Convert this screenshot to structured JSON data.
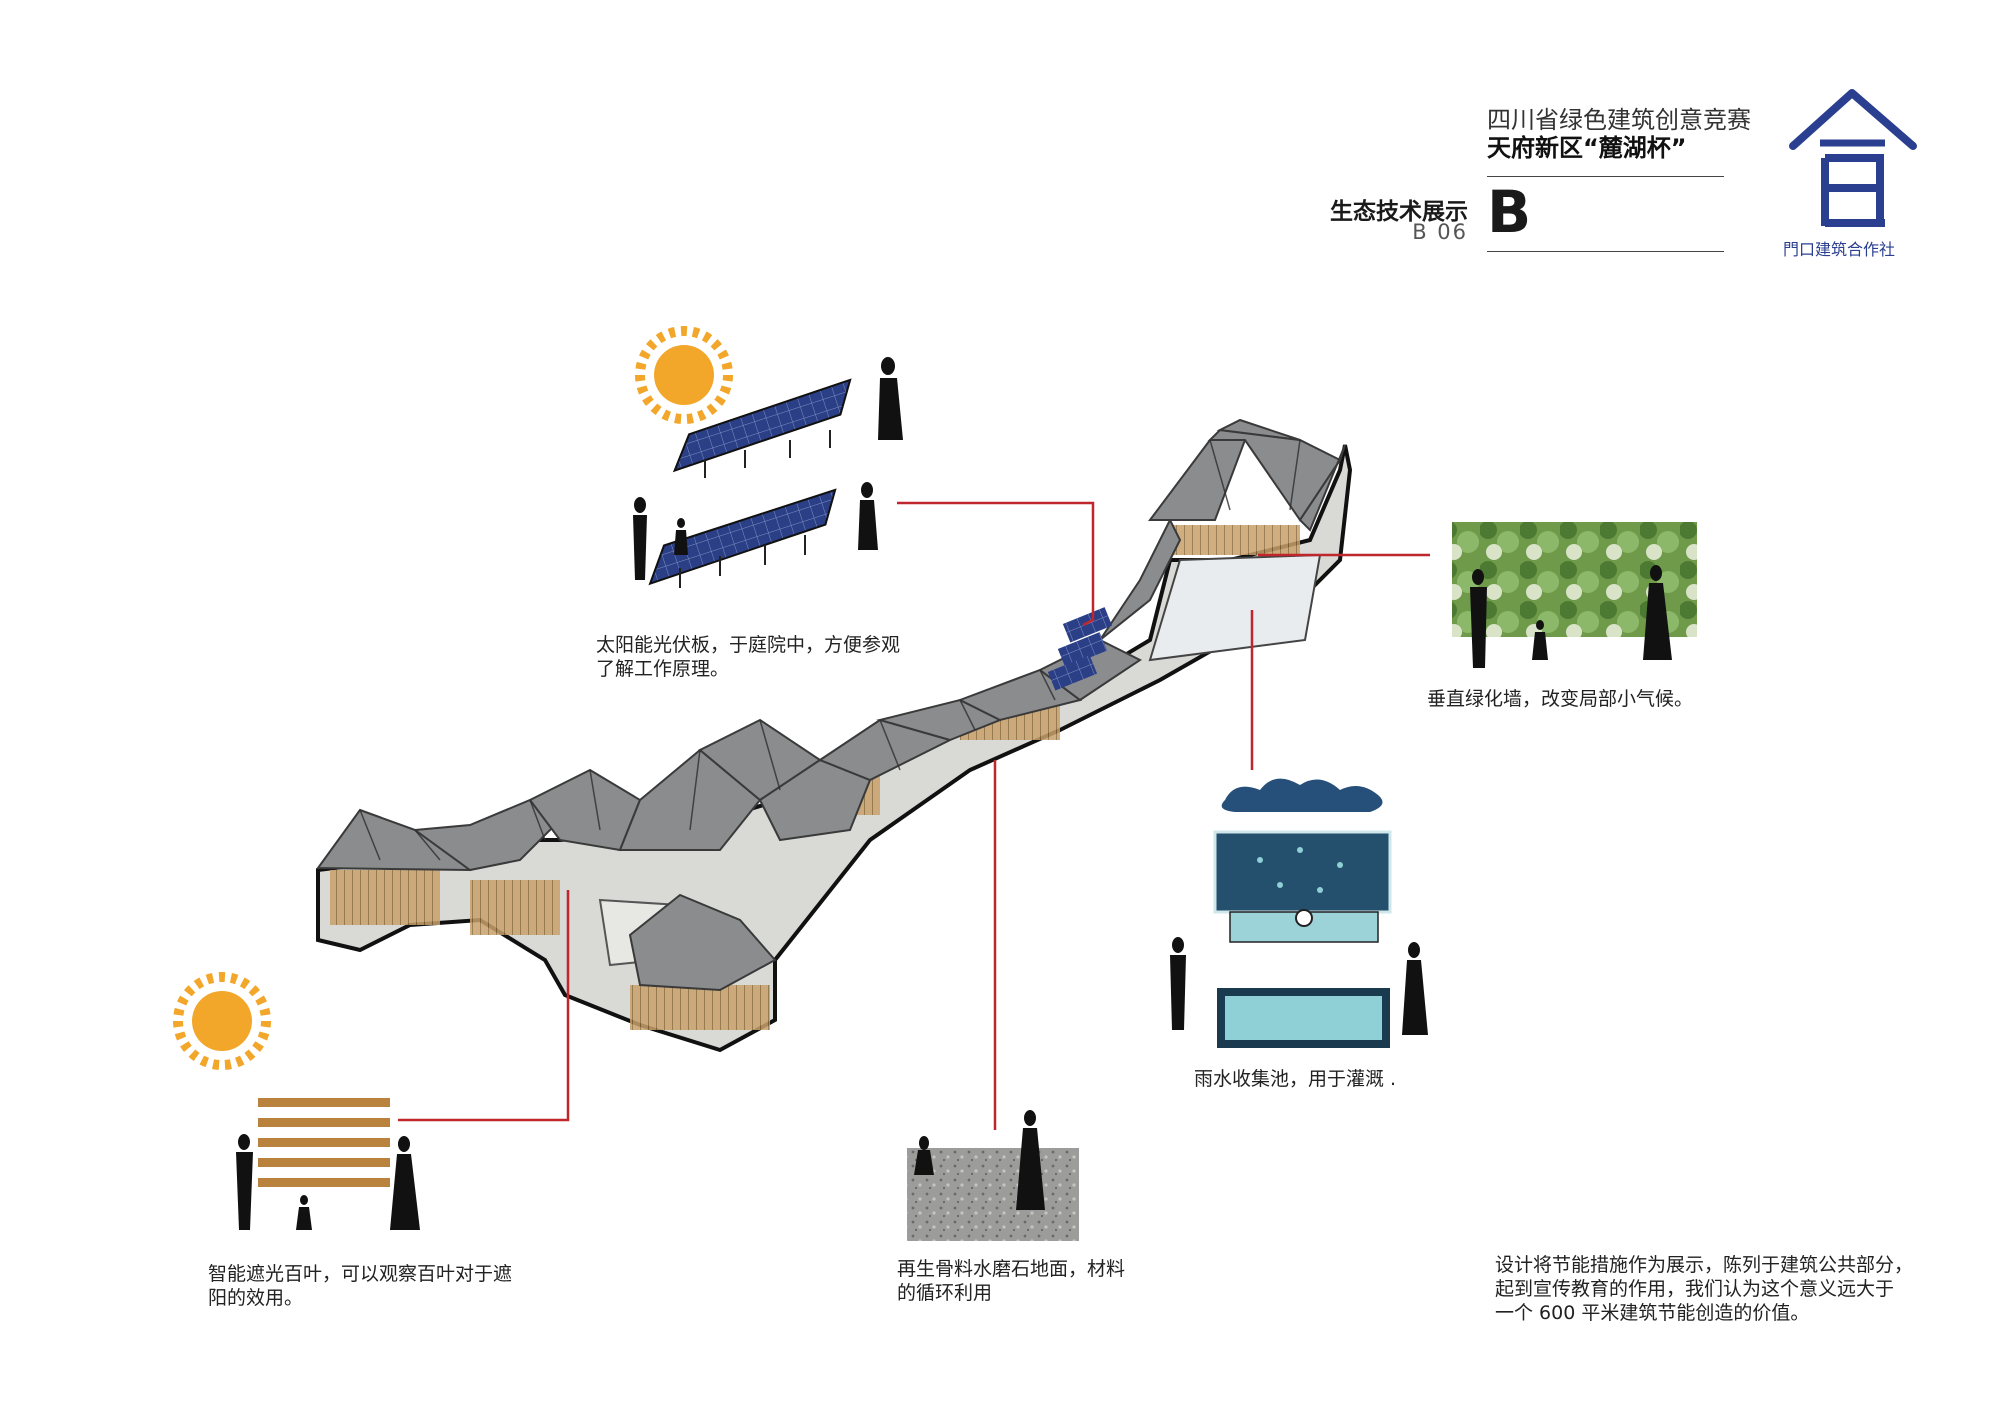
{
  "header": {
    "competition": "四川省绿色建筑创意竞赛",
    "cup": "天府新区“麓湖杯”",
    "section_title": "生态技术展示",
    "section_code": "B 06",
    "section_letter": "B",
    "logo_text": "門口建筑合作社",
    "logo_glyph": "合"
  },
  "captions": {
    "solar": [
      "太阳能光伏板，于庭院中，方便参观",
      "了解工作原理。"
    ],
    "green_wall": [
      "垂直绿化墙，改变局部小气候。"
    ],
    "rainwater": [
      "雨水收集池，用于灌溉 ."
    ],
    "louver": [
      "智能遮光百叶，可以观察百叶对于遮",
      "阳的效用。"
    ],
    "terrazzo": [
      "再生骨料水磨石地面，材料",
      "的循环利用"
    ],
    "summary": [
      "设计将节能措施作为展示，陈列于建筑公共部分，",
      "起到宣传教育的作用，我们认为这个意义远大于",
      "一个 600 平米建筑节能创造的价值。"
    ]
  },
  "colors": {
    "leader_line": "#c0272d",
    "sun": "#f2a72b",
    "roof": "#8a8c8e",
    "logo": "#2a3f8f",
    "solar_panel": "#2b3f86",
    "water": "#8fd0d6",
    "cloud": "#26507a"
  }
}
